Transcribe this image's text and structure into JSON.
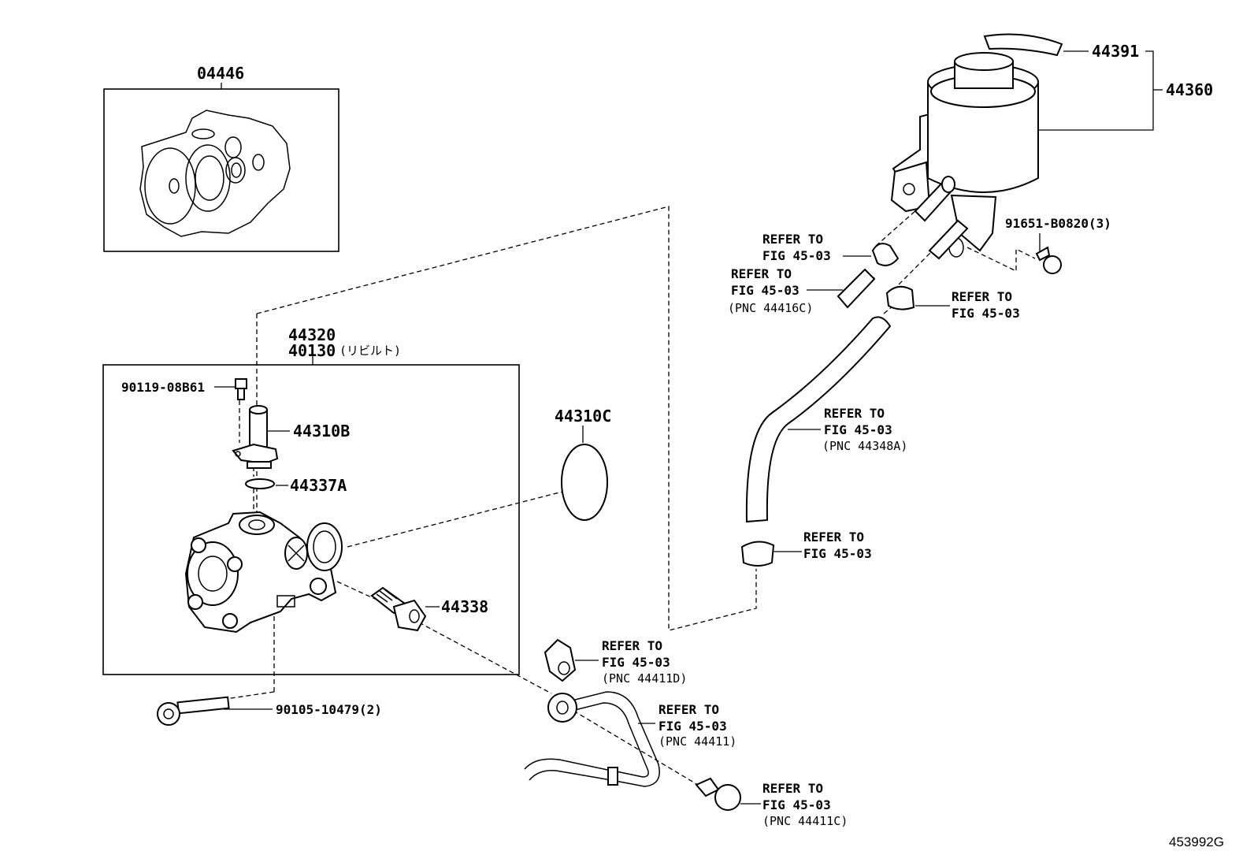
{
  "diagram": {
    "part_numbers": {
      "p04446": "04446",
      "p44320": "44320",
      "p40130": "40130",
      "p40130_note": "(リビルト)",
      "p90119": "90119-08B61",
      "p44310B": "44310B",
      "p44337A": "44337A",
      "p44310C": "44310C",
      "p44338": "44338",
      "p90105": "90105-10479(2)",
      "p44391": "44391",
      "p44360": "44360",
      "p91651": "91651-B0820(3)"
    },
    "refs": {
      "r1": {
        "line1": "REFER TO",
        "line2": "FIG 45-03"
      },
      "r2": {
        "line1": "REFER TO",
        "line2": "FIG 45-03",
        "line3": "(PNC 44416C)"
      },
      "r3": {
        "line1": "REFER TO",
        "line2": "FIG 45-03"
      },
      "r4": {
        "line1": "REFER TO",
        "line2": "FIG 45-03",
        "line3": "(PNC 44348A)"
      },
      "r5": {
        "line1": "REFER TO",
        "line2": "FIG 45-03"
      },
      "r6": {
        "line1": "REFER TO",
        "line2": "FIG 45-03",
        "line3": "(PNC 44411D)"
      },
      "r7": {
        "line1": "REFER TO",
        "line2": "FIG 45-03",
        "line3": "(PNC 44411)"
      },
      "r8": {
        "line1": "REFER TO",
        "line2": "FIG 45-03",
        "line3": "(PNC 44411C)"
      }
    },
    "figure_id": "453992G"
  }
}
